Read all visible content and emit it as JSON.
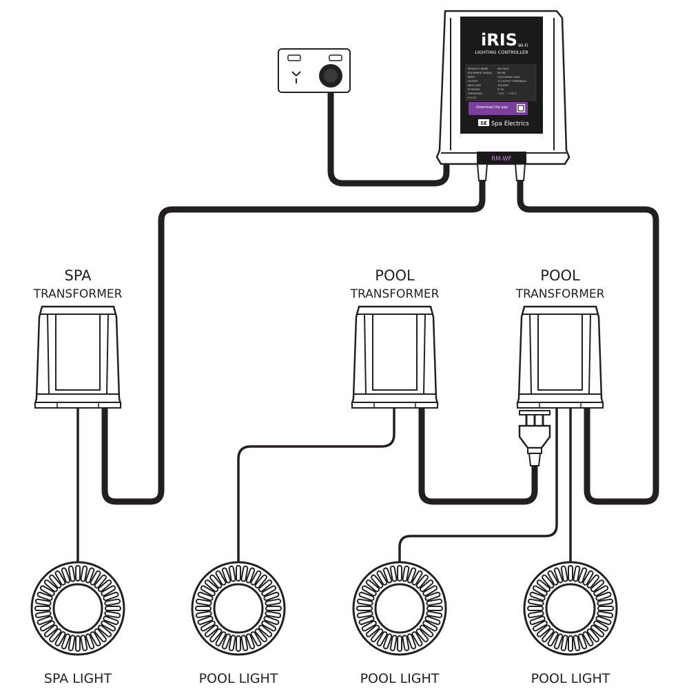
{
  "controller": {
    "brand": "iRIS",
    "brand_suffix": "Wi-Fi",
    "subtitle": "LIGHTING CONTROLLER",
    "port_label": "RM-WF",
    "maker": "Spa Electrics",
    "maker_mark": "SE",
    "accent_color": "#7b3fa0",
    "spec_rows": [
      [
        "PRODUCT NAME",
        "IRIS WI-FI"
      ],
      [
        "EQUIPMENT MODEL",
        "RM-WF"
      ],
      [
        "INPUT",
        "230-240VAC 50Hz"
      ],
      [
        "OUTPUT",
        "12 OUTPUT TERMINALS"
      ],
      [
        "MAX LOAD",
        "10A MAX"
      ],
      [
        "IP RATING",
        "IP 56"
      ],
      [
        "OPERATING",
        "-10°C ~ +50°C"
      ],
      [
        "FCC ID",
        ""
      ]
    ],
    "download_text": "Download the app"
  },
  "transformers": [
    {
      "title": "SPA",
      "subtitle": "TRANSFORMER"
    },
    {
      "title": "POOL",
      "subtitle": "TRANSFORMER"
    },
    {
      "title": "POOL",
      "subtitle": "TRANSFORMER"
    }
  ],
  "lights": [
    {
      "label": "SPA LIGHT"
    },
    {
      "label": "POOL LIGHT"
    },
    {
      "label": "POOL LIGHT"
    },
    {
      "label": "POOL LIGHT"
    }
  ],
  "outlet_icon": "power-outlet-icon",
  "colors": {
    "line": "#231f20",
    "background": "#ffffff"
  }
}
